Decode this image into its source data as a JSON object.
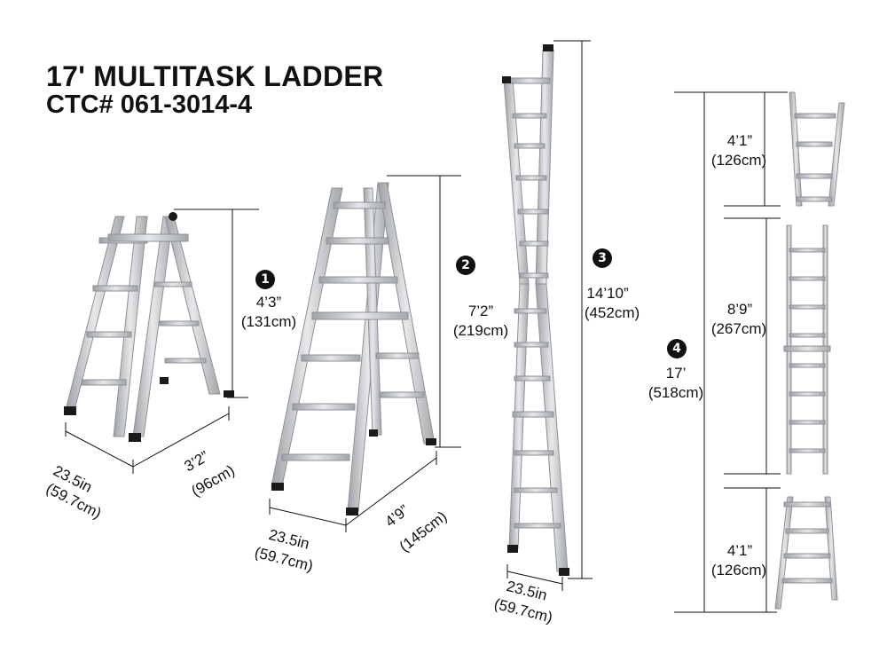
{
  "title": "17' MULTITASK LADDER",
  "catalog": "CTC# 061-3014-4",
  "colors": {
    "ink": "#111111",
    "aluminum": "#c9ccd0",
    "aluminum_dark": "#8d9096",
    "foot": "#1a1a1a"
  },
  "configs": [
    {
      "number": "1",
      "height": "4’3”",
      "height_metric": "(131cm)",
      "width": "23.5in",
      "width_metric": "(59.7cm)",
      "depth": "3’2”",
      "depth_metric": "(96cm)"
    },
    {
      "number": "2",
      "height": "7’2”",
      "height_metric": "(219cm)",
      "width": "23.5in",
      "width_metric": "(59.7cm)",
      "depth": "4’9”",
      "depth_metric": "(145cm)"
    },
    {
      "number": "3",
      "height": "14’10”",
      "height_metric": "(452cm)",
      "width": "23.5in",
      "width_metric": "(59.7cm)"
    },
    {
      "number": "4",
      "height": "17’",
      "height_metric": "(518cm)",
      "sections": [
        {
          "height": "4’1”",
          "height_metric": "(126cm)"
        },
        {
          "height": "8’9”",
          "height_metric": "(267cm)"
        },
        {
          "height": "4’1”",
          "height_metric": "(126cm)"
        }
      ]
    }
  ]
}
